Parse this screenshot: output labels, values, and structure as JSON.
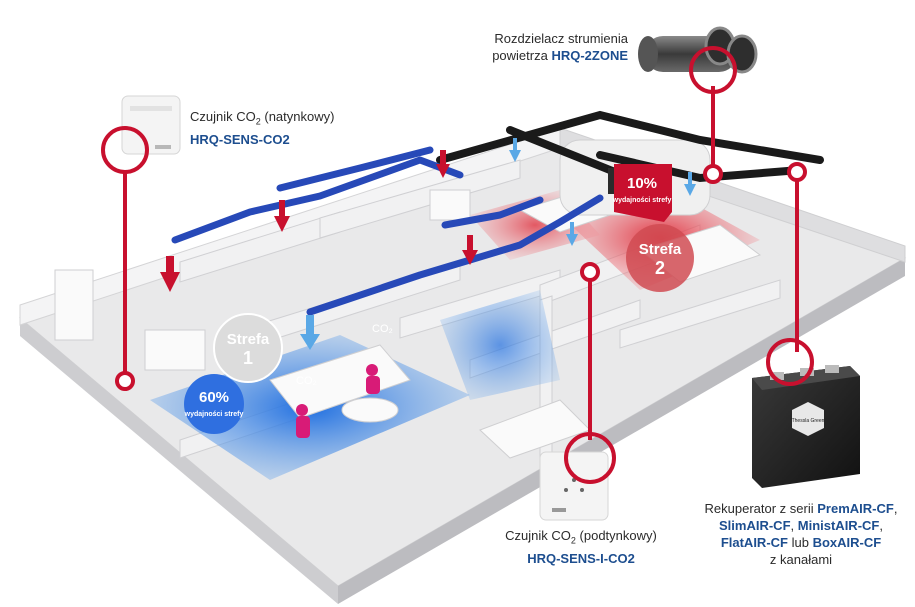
{
  "labels": {
    "sensor_ceiling": {
      "line1": "Czujnik CO",
      "sub": "2",
      "line1_after": " (natynkowy)",
      "product": "HRQ-SENS-CO2"
    },
    "splitter": {
      "line1": "Rozdzielacz strumienia",
      "line2_prefix": "powietrza ",
      "product": "HRQ-2ZONE"
    },
    "sensor_flush": {
      "line1": "Czujnik CO",
      "sub": "2",
      "line1_after": " (podtynkowy)",
      "product": "HRQ-SENS-I-CO2"
    },
    "recuperator": {
      "prefix": "Rekuperator z serii ",
      "models": [
        "PremAIR-CF",
        "SlimAIR-CF",
        "MinistAIR-CF",
        "FlatAIR-CF",
        "BoxAIR-CF"
      ],
      "sep_comma": ", ",
      "sep_or": " lub ",
      "suffix": "z kanałami"
    }
  },
  "zones": [
    {
      "name": "Strefa",
      "number": "1",
      "percent": "60%",
      "caption": "wydajności strefy",
      "color": "#3f6fd1"
    },
    {
      "name": "Strefa",
      "number": "2",
      "percent": "10%",
      "caption": "wydajności strefy",
      "color": "#c8102e"
    }
  ],
  "co2_marks": [
    "CO₂",
    "CO₂"
  ],
  "unit_brand": "Thessla Green",
  "colors": {
    "accent_red": "#c8102e",
    "duct_blue": "#2749b8",
    "duct_black": "#1a1a1a",
    "product_blue": "#1d4e8f",
    "floor_blue": "#2f7fd6"
  }
}
